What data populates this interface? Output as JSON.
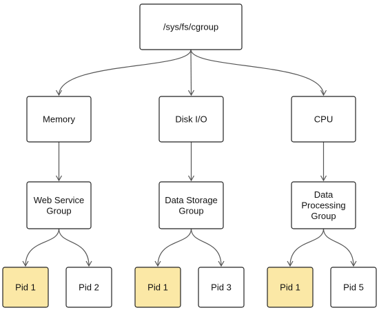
{
  "diagram": {
    "colors": {
      "default_fill": "#ffffff",
      "highlight_fill": "#fbe8a6",
      "stroke": "#222222",
      "edge": "#555555"
    },
    "nodes": [
      {
        "id": "root",
        "lines": [
          "/sys/fs/cgroup"
        ]
      },
      {
        "id": "memory",
        "lines": [
          "Memory"
        ]
      },
      {
        "id": "disk",
        "lines": [
          "Disk I/O"
        ]
      },
      {
        "id": "cpu",
        "lines": [
          "CPU"
        ]
      },
      {
        "id": "web",
        "lines": [
          "Web Service",
          "Group"
        ]
      },
      {
        "id": "data",
        "lines": [
          "Data Storage",
          "Group"
        ]
      },
      {
        "id": "proc",
        "lines": [
          "Data",
          "Processing",
          "Group"
        ]
      },
      {
        "id": "pid1a",
        "lines": [
          "Pid 1"
        ],
        "highlight": true
      },
      {
        "id": "pid2",
        "lines": [
          "Pid 2"
        ]
      },
      {
        "id": "pid1b",
        "lines": [
          "Pid 1"
        ],
        "highlight": true
      },
      {
        "id": "pid3",
        "lines": [
          "Pid 3"
        ]
      },
      {
        "id": "pid1c",
        "lines": [
          "Pid 1"
        ],
        "highlight": true
      },
      {
        "id": "pid5",
        "lines": [
          "Pid 5"
        ]
      }
    ],
    "edges": [
      [
        "root",
        "memory"
      ],
      [
        "root",
        "disk"
      ],
      [
        "root",
        "cpu"
      ],
      [
        "memory",
        "web"
      ],
      [
        "disk",
        "data"
      ],
      [
        "cpu",
        "proc"
      ],
      [
        "web",
        "pid1a"
      ],
      [
        "web",
        "pid2"
      ],
      [
        "data",
        "pid1b"
      ],
      [
        "data",
        "pid3"
      ],
      [
        "proc",
        "pid1c"
      ],
      [
        "proc",
        "pid5"
      ]
    ]
  }
}
